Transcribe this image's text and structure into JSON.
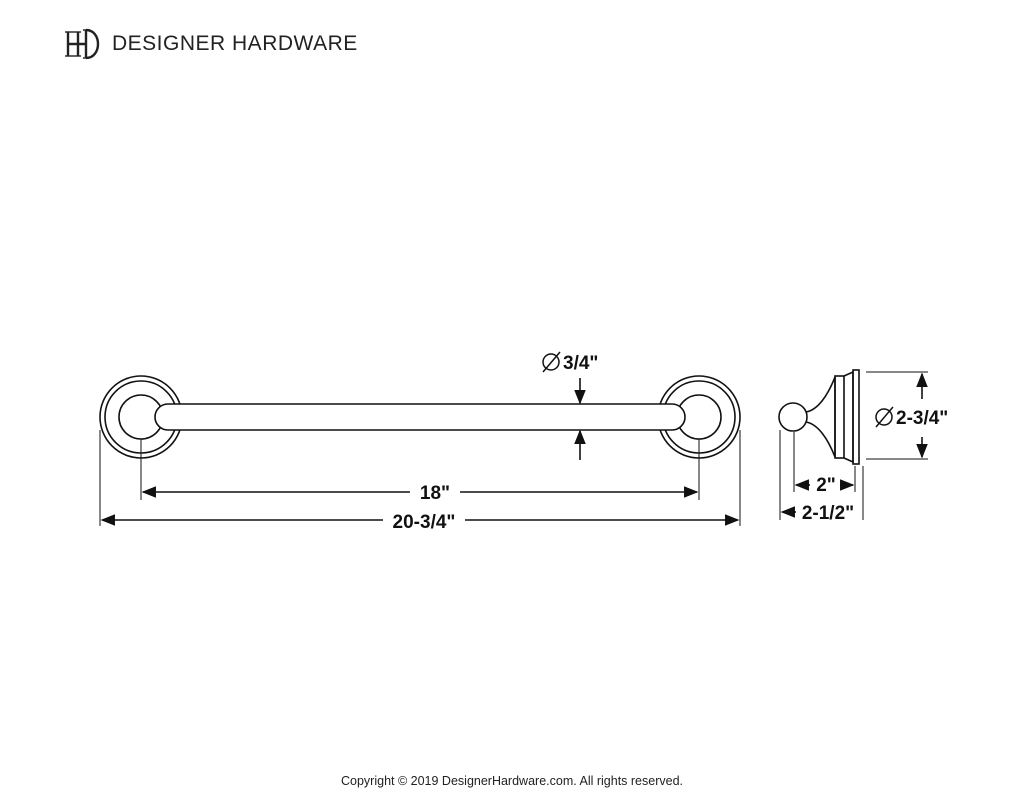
{
  "header": {
    "logo_icon": "dh-monogram-icon",
    "brand": "DESIGNER HARDWARE"
  },
  "drawing": {
    "front_view": {
      "rod_diameter_label": "3/4\"",
      "post_spacing_label": "18\"",
      "overall_length_label": "20-3/4\""
    },
    "side_view": {
      "flange_diameter_label": "2-3/4\"",
      "bar_projection_label": "2\"",
      "overall_projection_label": "2-1/2\""
    },
    "diameter_symbol_icon": "diameter-symbol-icon",
    "line_color": "#111111"
  },
  "footer": {
    "copyright": "Copyright © 2019 DesignerHardware.com. All rights reserved."
  }
}
